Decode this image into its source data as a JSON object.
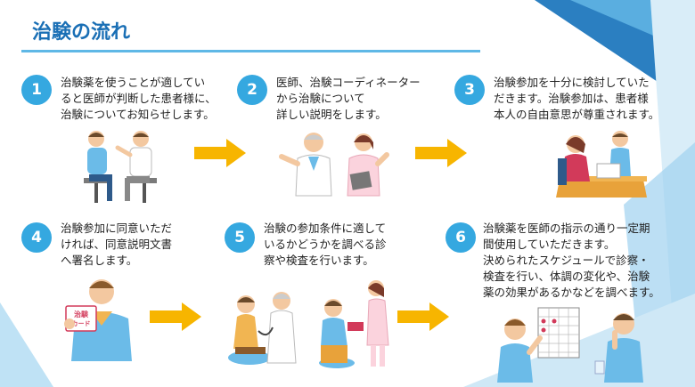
{
  "title": "治験の流れ",
  "steps": [
    {
      "num": "1",
      "lines": [
        "治験薬を使うことが適してい",
        "ると医師が判断した患者様に、",
        "治験についてお知らせします。"
      ]
    },
    {
      "num": "2",
      "lines": [
        "医師、治験コーディネーター",
        "から治験について",
        "詳しい説明をします。"
      ]
    },
    {
      "num": "3",
      "lines": [
        "治験参加を十分に検討していた",
        "だきます。治験参加は、患者様",
        "本人の自由意思が尊重されます。"
      ]
    },
    {
      "num": "4",
      "lines": [
        "治験参加に同意いただ",
        "ければ、同意説明文書",
        "へ署名します。"
      ]
    },
    {
      "num": "5",
      "lines": [
        "治験の参加条件に適して",
        "いるかどうかを調べる診",
        "察や検査を行います。"
      ]
    },
    {
      "num": "6",
      "lines": [
        "治験薬を医師の指示の通り一定期",
        "間使用していただきます。",
        "決められたスケジュールで診察・",
        "検査を行い、体調の変化や、治験",
        "薬の効果があるかなどを調べます。"
      ]
    }
  ],
  "card": {
    "line1": "治験",
    "line2": "カード"
  },
  "colors": {
    "accent": "#35a8e0",
    "title": "#1a6fb5",
    "arrow": "#f7b500"
  }
}
